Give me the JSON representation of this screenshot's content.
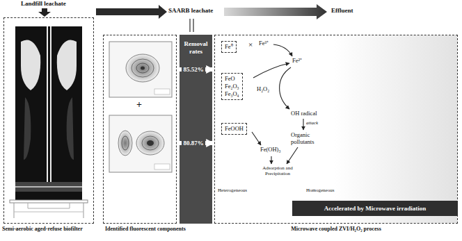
{
  "diagram": {
    "nodes": [
      {
        "text": [
          "Semi-aerobic aged-refuse biofilter"
        ]
      },
      {
        "text": [
          "Identified fluorescent components"
        ]
      },
      {
        "text": [
          "Removal rates"
        ]
      },
      {
        "text": [
          "Microwave coupled ZVI/H₂O₂ process"
        ]
      },
      {
        "text": [
          "Fe⁰"
        ],
        "in": 3
      },
      {
        "text": [
          "FeO",
          "Fe₂O₃",
          "Fe₃O₄"
        ],
        "in": 3
      },
      {
        "text": [
          "FeOOH"
        ],
        "in": 3
      },
      {
        "text": [
          "Accelerated by Microwave irradiation"
        ],
        "in": 3
      }
    ],
    "edges": [
      {
        "from": 1,
        "to": 3,
        "arrow": "to",
        "label": "85.52%"
      },
      {
        "from": 1,
        "to": 3,
        "arrow": "to",
        "label": "80.87%"
      }
    ],
    "labels": [
      "Landfill leachate",
      "SAARB leachate",
      "Effluent",
      "+",
      "×",
      "Fe³⁺",
      "Fe²⁺",
      "H₂O₂",
      "OH radical",
      "attack",
      "Organic pollutants",
      "Fe(OH)₃",
      "Adsorption and Precipitation",
      "Heterogeneous",
      "Homogeneous"
    ]
  }
}
